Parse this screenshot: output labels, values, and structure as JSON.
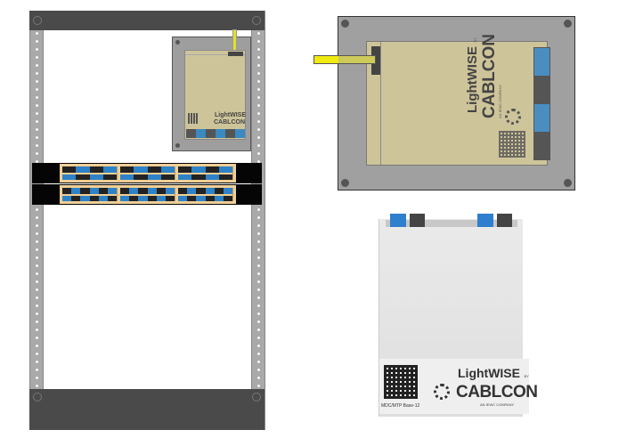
{
  "brand": {
    "product": "LightWISE",
    "by": "BY",
    "maker": "CABLCON",
    "tagline": "AN IEWC COMPANY"
  },
  "module_label": "MDC/MTP Base-12",
  "colors": {
    "fiber_blue": "#2e82c8",
    "tray_beige": "#efcf96",
    "module_beige": "#cec49a",
    "cable_yellow": "#e6e02a"
  }
}
